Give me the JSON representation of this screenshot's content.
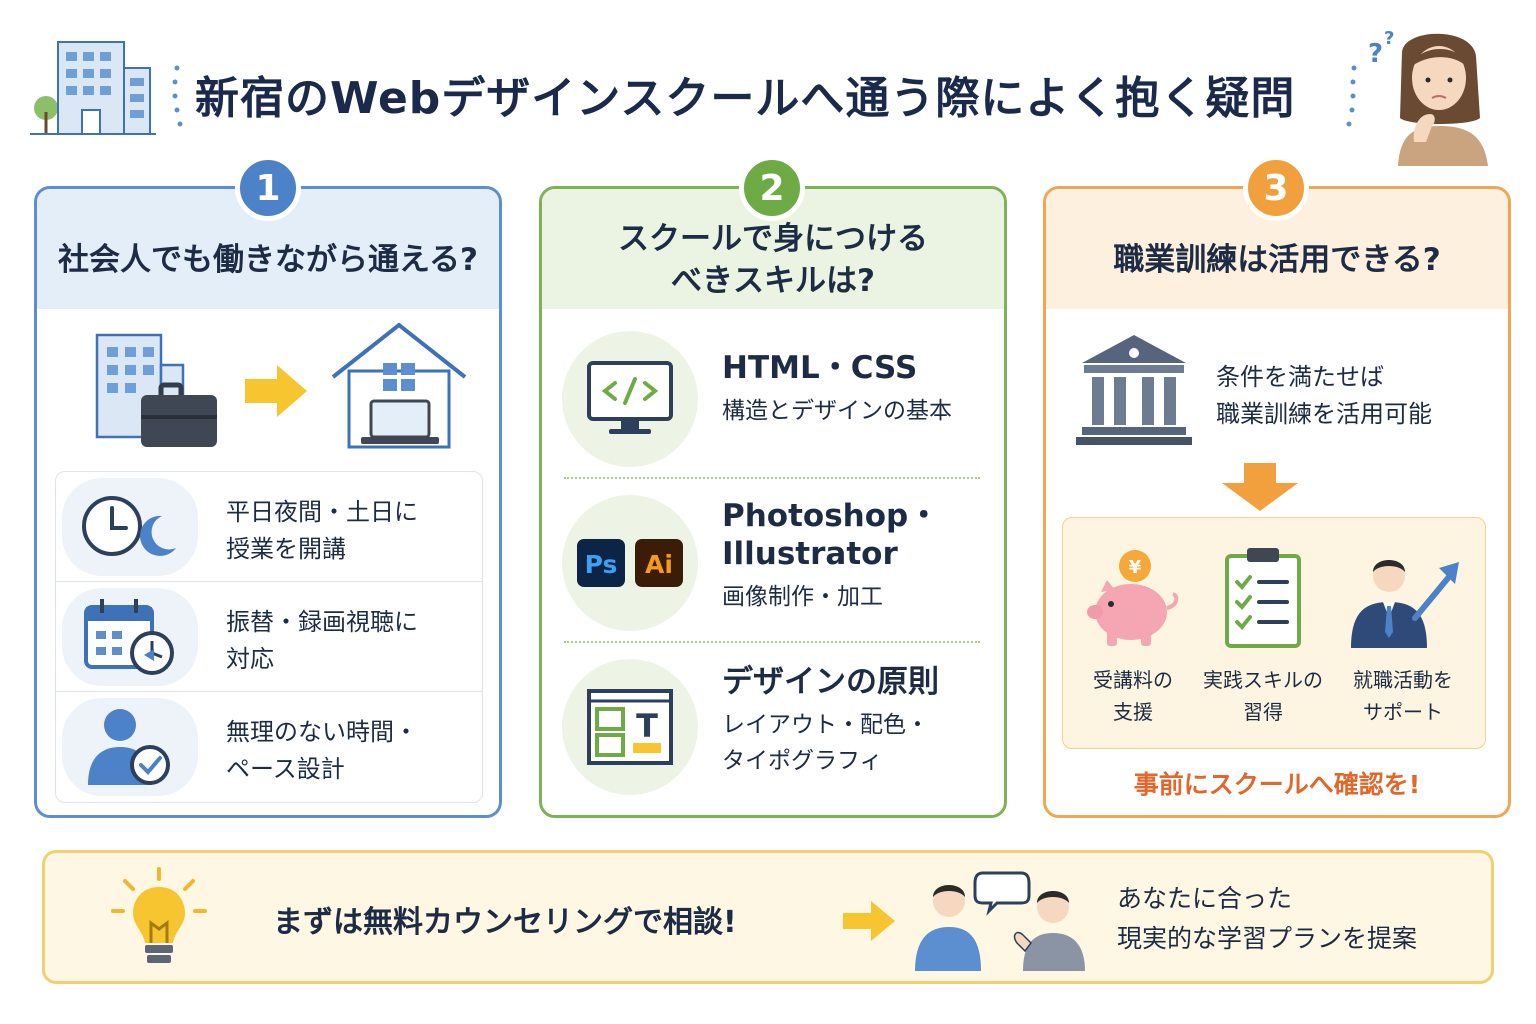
{
  "header": {
    "title": "新宿のWebデザインスクールへ通う際によく抱く疑問",
    "building_icon": "office-building-icon",
    "person_icon": "thinking-woman-icon"
  },
  "colors": {
    "blue": "#4c82c7",
    "green": "#6fab45",
    "orange": "#f2a03d",
    "cta": "#e2672a",
    "navy": "#1e2b45"
  },
  "cards": [
    {
      "number": "1",
      "title_lines": [
        "社会人でも働きながら通える?"
      ],
      "items": [
        {
          "icon": "clock-moon-icon",
          "lines": [
            "平日夜間・土日に",
            "授業を開講"
          ]
        },
        {
          "icon": "calendar-clock-icon",
          "lines": [
            "振替・録画視聴に",
            "対応"
          ]
        },
        {
          "icon": "person-check-icon",
          "lines": [
            "無理のない時間・",
            "ペース設計"
          ]
        }
      ]
    },
    {
      "number": "2",
      "title_lines": [
        "スクールで身につける",
        "べきスキルは?"
      ],
      "items": [
        {
          "icon": "code-monitor-icon",
          "heading_lines": [
            "HTML・CSS"
          ],
          "sub_lines": [
            "構造とデザインの基本"
          ]
        },
        {
          "icon": "ps-ai-icon",
          "icon_labels": [
            "Ps",
            "Ai"
          ],
          "heading_lines": [
            "Photoshop・",
            "Illustrator"
          ],
          "sub_lines": [
            "画像制作・加工"
          ]
        },
        {
          "icon": "layout-typography-icon",
          "icon_labels": [
            "T"
          ],
          "heading_lines": [
            "デザインの原則"
          ],
          "sub_lines": [
            "レイアウト・配色・",
            "タイポグラフィ"
          ]
        }
      ]
    },
    {
      "number": "3",
      "title_lines": [
        "職業訓練は活用できる?"
      ],
      "condition_lines": [
        "条件を満たせば",
        "職業訓練を活用可能"
      ],
      "benefits": [
        {
          "icon": "piggy-bank-icon",
          "icon_label": "¥",
          "lines": [
            "受講料の",
            "支援"
          ]
        },
        {
          "icon": "checklist-icon",
          "lines": [
            "実践スキルの",
            "習得"
          ]
        },
        {
          "icon": "career-growth-icon",
          "lines": [
            "就職活動を",
            "サポート"
          ]
        }
      ],
      "cta": "事前にスクールへ確認を!"
    }
  ],
  "banner": {
    "main": "まずは無料カウンセリングで相談!",
    "sub_lines": [
      "あなたに合った",
      "現実的な学習プランを提案"
    ]
  }
}
